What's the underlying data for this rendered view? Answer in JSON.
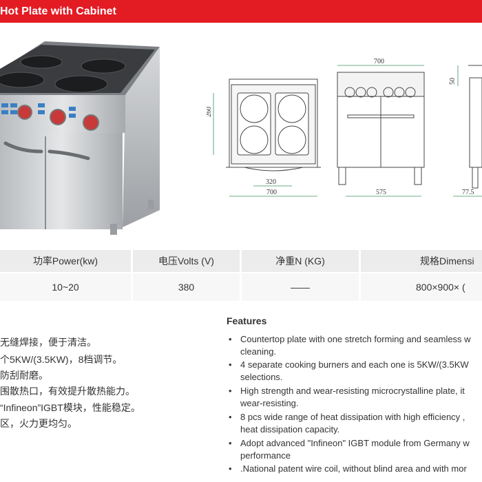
{
  "header": {
    "title": "Hot Plate with Cabinet",
    "color": "#e31b23"
  },
  "drawing": {
    "front": {
      "width_bottom": "700",
      "height": "260",
      "spacing": "320"
    },
    "side": {
      "width_top": "700",
      "depth_bottom": "575",
      "top_height": "50"
    },
    "right": {
      "offset": "77.5"
    }
  },
  "specs": {
    "headers": [
      "功率Power(kw)",
      "电压Volts (V)",
      "净重N (KG)",
      "规格Dimensi"
    ],
    "values": [
      "10~20",
      "380",
      "——",
      "800×900× ("
    ]
  },
  "chinese_lines": [
    "无缝焊接，便于清洁。",
    "个5KW/(3.5KW)，8档调节。",
    "防刮耐磨。",
    "围散热口，有效提升散热能力。",
    "“Infineon”IGBT模块，性能稳定。",
    "区，火力更均匀。"
  ],
  "features": {
    "title": "Features",
    "items": [
      {
        "line1": "Countertop plate with one stretch forming and seamless w",
        "line2": "cleaning."
      },
      {
        "line1": "4 separate cooking burners and each one is 5KW/(3.5KW",
        "line2": "selections."
      },
      {
        "line1": "High strength and wear-resisting microcrystalline plate, it",
        "line2": "wear-resisting."
      },
      {
        "line1": "8 pcs wide range of heat dissipation with high efficiency ,",
        "line2": "heat dissipation capacity."
      },
      {
        "line1": "Adopt advanced \"Infineon\" IGBT module from Germany w",
        "line2": "performance"
      },
      {
        "line1": ".National patent wire coil, without blind area and with mor",
        "line2": ""
      }
    ]
  }
}
